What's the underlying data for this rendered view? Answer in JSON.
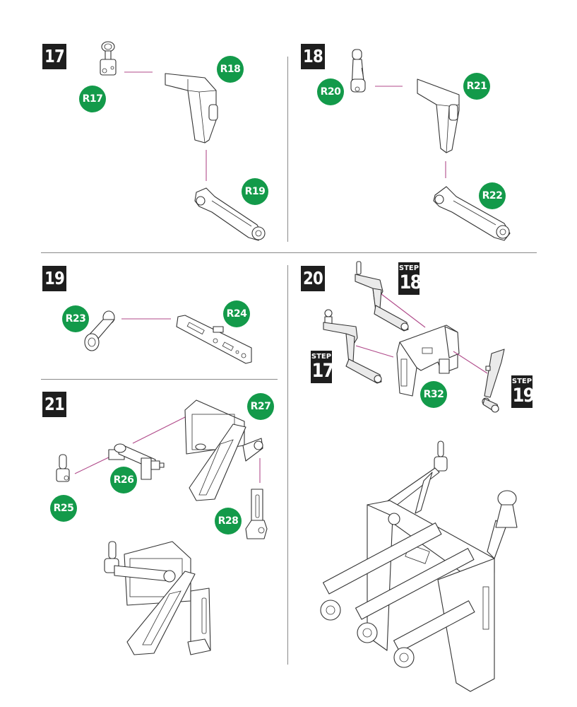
{
  "steps": [
    {
      "number": "17",
      "parts": [
        "R17",
        "R18",
        "R19"
      ]
    },
    {
      "number": "18",
      "parts": [
        "R20",
        "R21",
        "R22"
      ]
    },
    {
      "number": "19",
      "parts": [
        "R23",
        "R24"
      ]
    },
    {
      "number": "20",
      "parts": [
        "R32"
      ],
      "references": [
        {
          "word": "STEP",
          "number": "18"
        },
        {
          "word": "STEP",
          "number": "17"
        },
        {
          "word": "STEP",
          "number": "19"
        }
      ]
    },
    {
      "number": "21",
      "parts": [
        "R25",
        "R26",
        "R27",
        "R28"
      ]
    }
  ],
  "colors": {
    "badge": "#139a4a",
    "step_box": "#1e1e1e",
    "leader_line": "#b04a8a",
    "divider": "#8a8a8a"
  }
}
